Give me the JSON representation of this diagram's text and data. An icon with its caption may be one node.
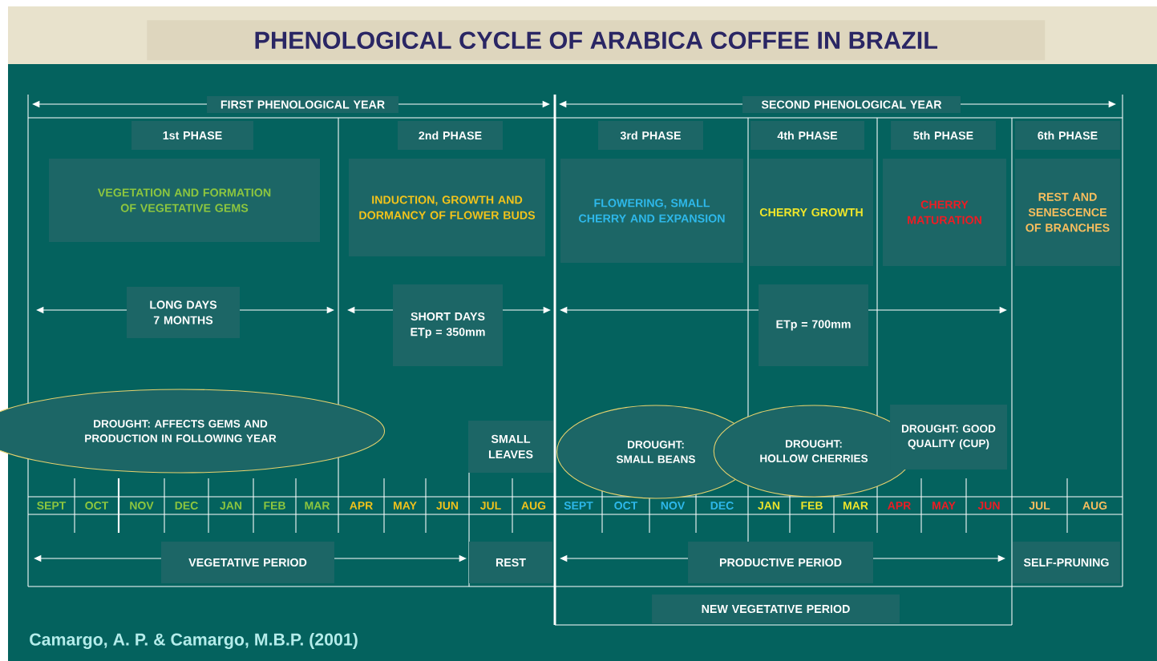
{
  "diagram": {
    "title": "PHENOLOGICAL CYCLE OF ARABICA COFFEE IN BRAZIL",
    "nodes": [
      {
        "text": [
          "FIRST PHENOLOGICAL YEAR"
        ]
      },
      {
        "text": [
          "SECOND PHENOLOGICAL YEAR"
        ]
      },
      {
        "text": [
          "1st PHASE"
        ]
      },
      {
        "text": [
          "2nd PHASE"
        ]
      },
      {
        "text": [
          "3rd PHASE"
        ]
      },
      {
        "text": [
          "4th PHASE"
        ]
      },
      {
        "text": [
          "5th PHASE"
        ]
      },
      {
        "text": [
          "6th PHASE"
        ]
      },
      {
        "text": [
          "VEGETATION AND FORMATION OF VEGETATIVE GEMS"
        ]
      },
      {
        "text": [
          "INDUCTION, GROWTH AND DORMANCY OF FLOWER BUDS"
        ]
      },
      {
        "text": [
          "FLOWERING, SMALL CHERRY AND EXPANSION"
        ]
      },
      {
        "text": [
          "CHERRY GROWTH"
        ]
      },
      {
        "text": [
          "CHERRY MATURATION"
        ]
      },
      {
        "text": [
          "REST AND SENESCENCE OF BRANCHES"
        ]
      },
      {
        "text": [
          "LONG DAYS 7 MONTHS"
        ]
      },
      {
        "text": [
          "SHORT DAYS ETp = 350mm"
        ]
      },
      {
        "text": [
          "ETp = 700mm"
        ]
      },
      {
        "text": [
          "DROUGHT: AFFECTS GEMS AND PRODUCTION IN FOLLOWING YEAR"
        ]
      },
      {
        "text": [
          "SMALL LEAVES"
        ]
      },
      {
        "text": [
          "DROUGHT: SMALL BEANS"
        ]
      },
      {
        "text": [
          "DROUGHT: HOLLOW CHERRIES"
        ]
      },
      {
        "text": [
          "DROUGHT: GOOD QUALITY (CUP)"
        ]
      },
      {
        "text": [
          "VEGETATIVE PERIOD"
        ]
      },
      {
        "text": [
          "REST"
        ]
      },
      {
        "text": [
          "PRODUCTIVE PERIOD"
        ]
      },
      {
        "text": [
          "SELF-PRUNING"
        ]
      },
      {
        "text": [
          "NEW VEGETATIVE PERIOD"
        ]
      }
    ],
    "labels": [
      "SEPT",
      "OCT",
      "NOV",
      "DEC",
      "JAN",
      "FEB",
      "MAR",
      "APR",
      "MAY",
      "JUN",
      "JUL",
      "AUG",
      "SEPT",
      "OCT",
      "NOV",
      "DEC",
      "JAN",
      "FEB",
      "MAR",
      "APR",
      "MAY",
      "JUN",
      "JUL",
      "AUG",
      "Camargo, A. P. & Camargo, M.B.P. (2001)"
    ]
  }
}
